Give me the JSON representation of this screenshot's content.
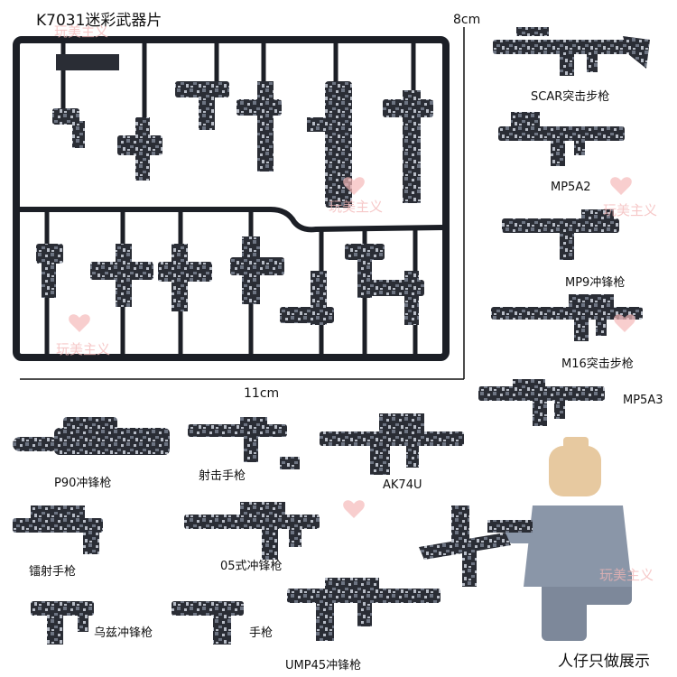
{
  "title": "K7031迷彩武器片",
  "dim_height": "8cm",
  "dim_width": "11cm",
  "watermark": "玩美主义",
  "figure_note": "人仔只做展示",
  "weapons": {
    "scar": "SCAR突击步枪",
    "mp5a2": "MP5A2",
    "mp9": "MP9冲锋枪",
    "m16": "M16突击步枪",
    "mp5a3": "MP5A3",
    "p90": "P90冲锋枪",
    "shooting_pistol": "射击手枪",
    "ak74u": "AK74U",
    "laser_pistol": "镭射手枪",
    "type05": "05式冲锋枪",
    "uzi": "乌兹冲锋枪",
    "pistol": "手枪",
    "ump45": "UMP45冲锋枪"
  },
  "colors": {
    "sprue": "#1c1f26",
    "camo_dark": "#2a2d35",
    "camo_mid": "#6d7482",
    "camo_light": "#b7bcc6",
    "figure_skin": "#e7c9a0",
    "figure_body": "#8a96a8"
  }
}
